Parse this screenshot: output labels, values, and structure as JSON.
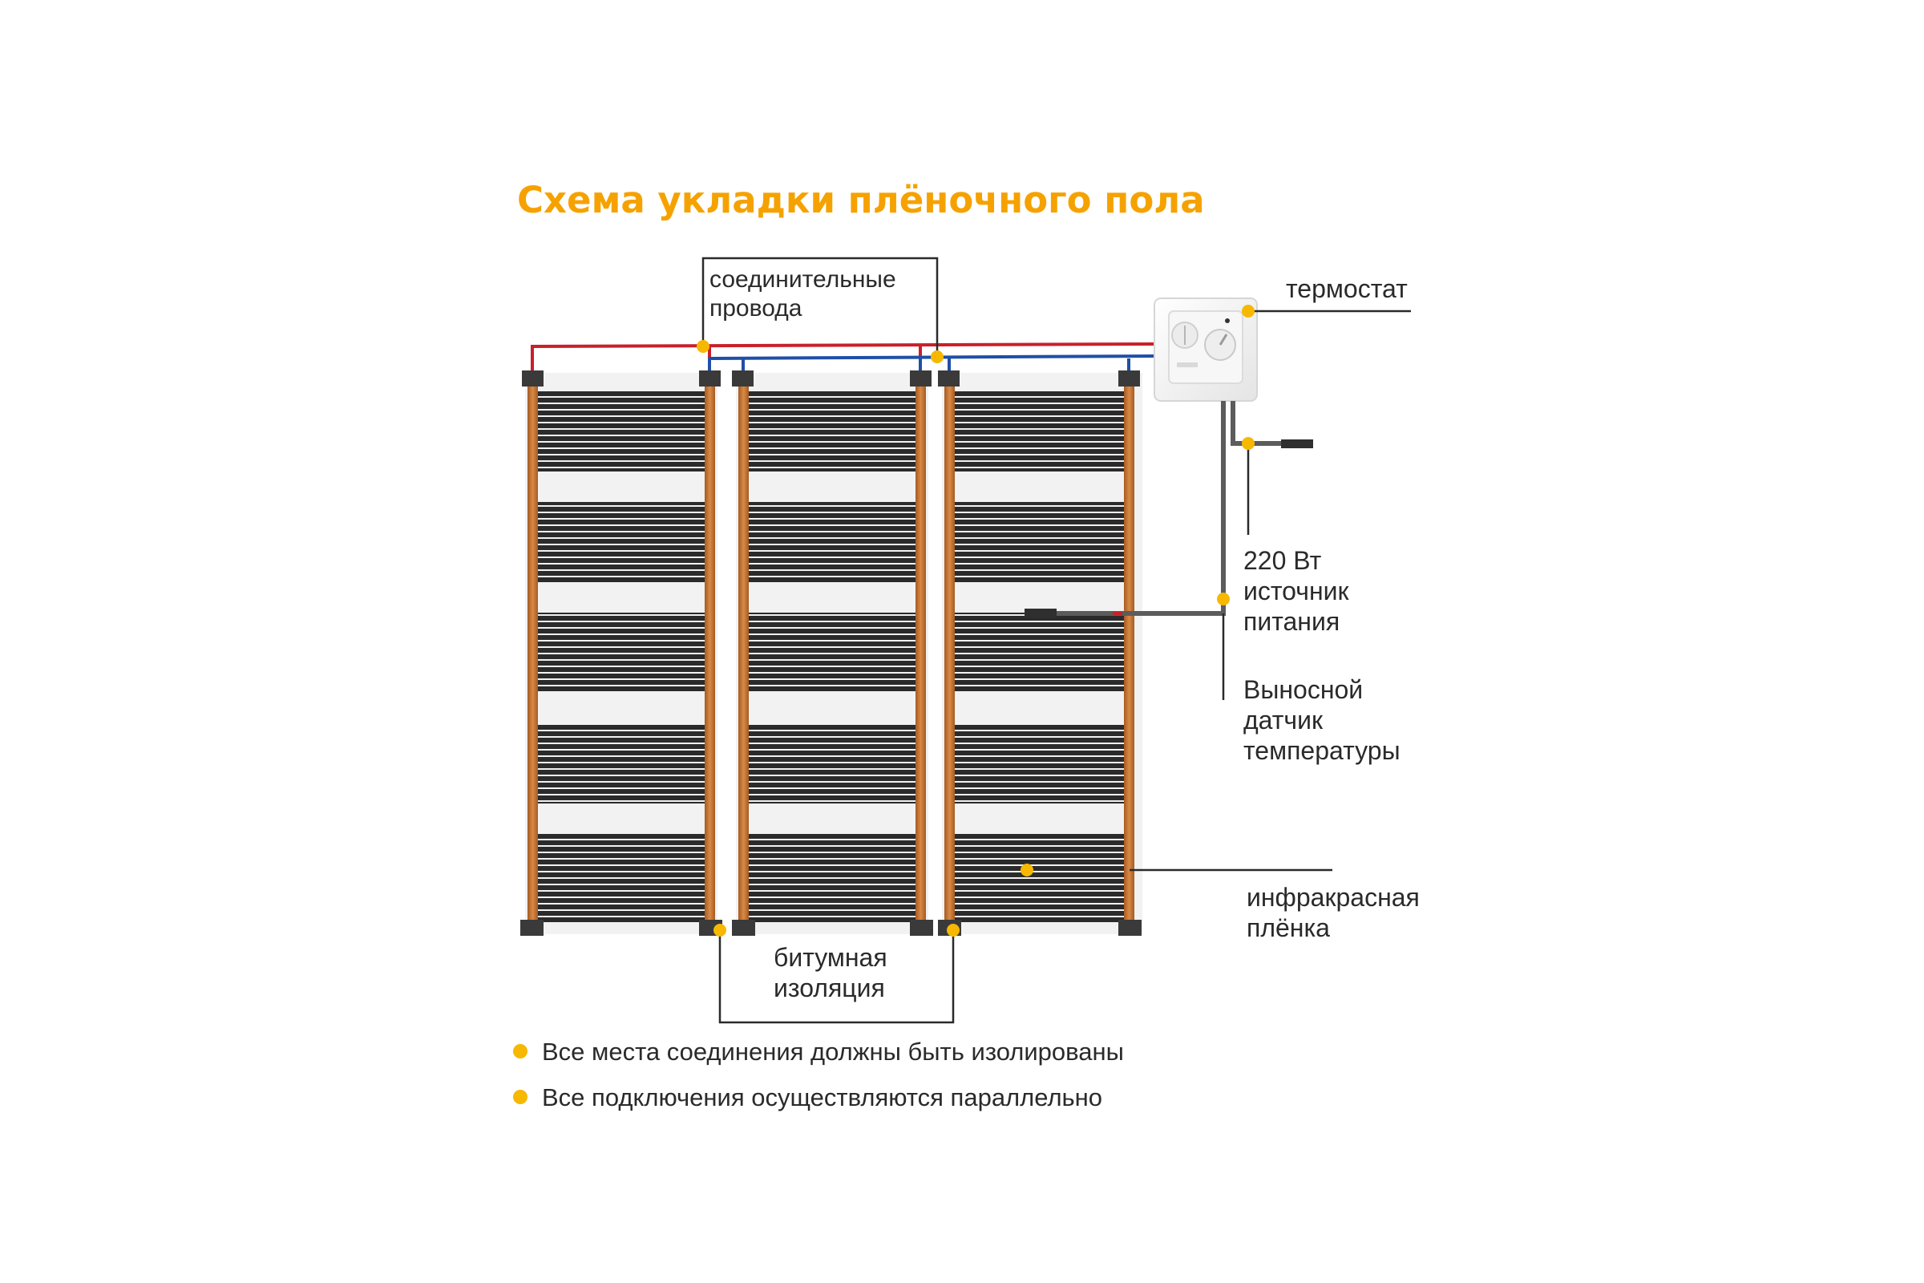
{
  "title": "Схема укладки плёночного пола",
  "labels": {
    "wires": [
      "соединительные",
      "провода"
    ],
    "thermostat": "термостат",
    "power": [
      "220 Вт",
      "источник",
      "питания"
    ],
    "sensor": [
      "Выносной",
      "датчик",
      "температуры"
    ],
    "film": [
      "инфракрасная",
      "плёнка"
    ],
    "insulation": [
      "битумная",
      "изоляция"
    ]
  },
  "notes": [
    "Все места соединения должны быть изолированы",
    "Все подключения осуществляются параллельно"
  ],
  "colors": {
    "title": "#f5a200",
    "marker": "#f6b800",
    "copper_bus": "#c8702e",
    "carbon_stripe": "#2b2b2b",
    "live_wire": "#c8202a",
    "neutral_wire": "#1f4fa8",
    "clamp": "#3a3a3a",
    "sensor_cable": "#5c5c5c",
    "leader_line": "#2a2a2a"
  },
  "icons": {
    "thermostat": "thermostat-icon",
    "marker": "marker-dot-icon"
  }
}
